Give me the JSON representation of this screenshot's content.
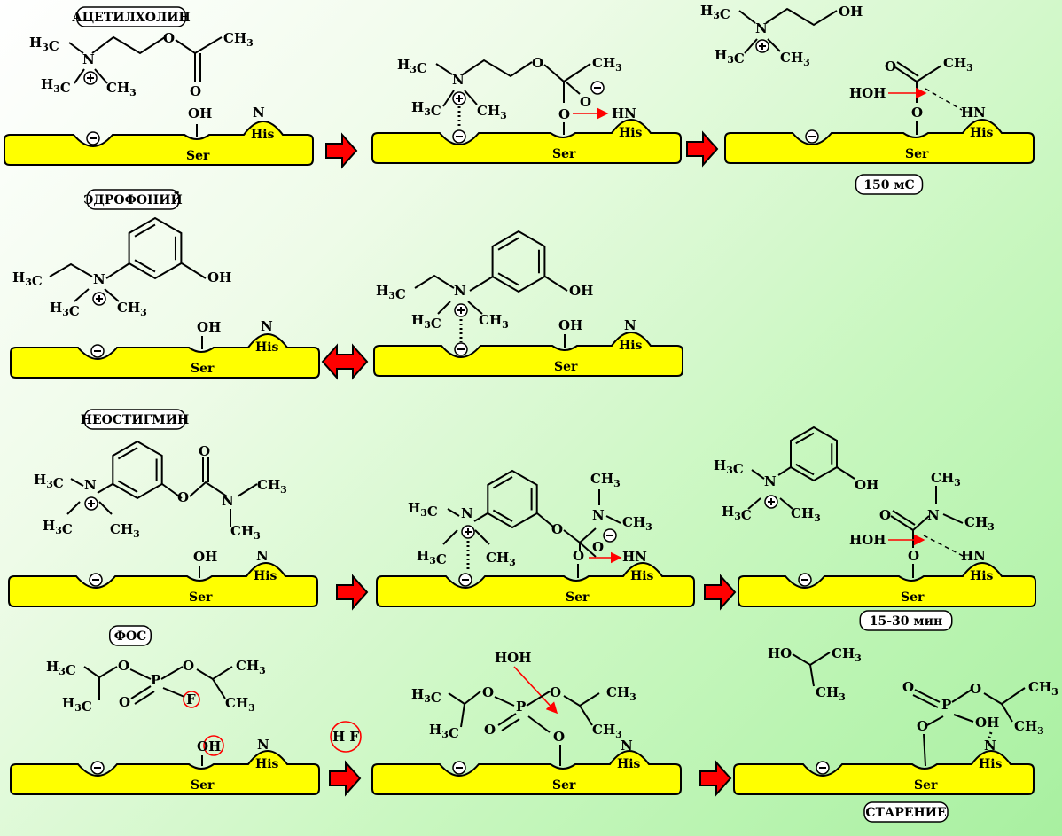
{
  "labels": {
    "acetylcholine": "АЦЕТИЛХОЛИН",
    "edrophonium": "ЭДРОФОНИЙ",
    "neostigmine": "НЕОСТИГМИН",
    "fos": "ФОС",
    "t150": "150 мС",
    "t1530": "15-30 мин",
    "aging": "СТАРЕНИЕ",
    "hf": "H F"
  },
  "enzyme": {
    "ser": "Ser",
    "his": "His",
    "n": "N",
    "hn": "HN",
    "oh": "OH",
    "o": "O"
  },
  "chem": {
    "h3c": "H₃C",
    "ch3": "CH₃",
    "oh": "OH",
    "hoh": "HOH",
    "o": "O",
    "n": "N",
    "p": "P",
    "f": "F",
    "ho": "HO"
  },
  "colors": {
    "enzyme": "#ffff00",
    "arrow": "#ff0000",
    "bond": "#000000"
  }
}
